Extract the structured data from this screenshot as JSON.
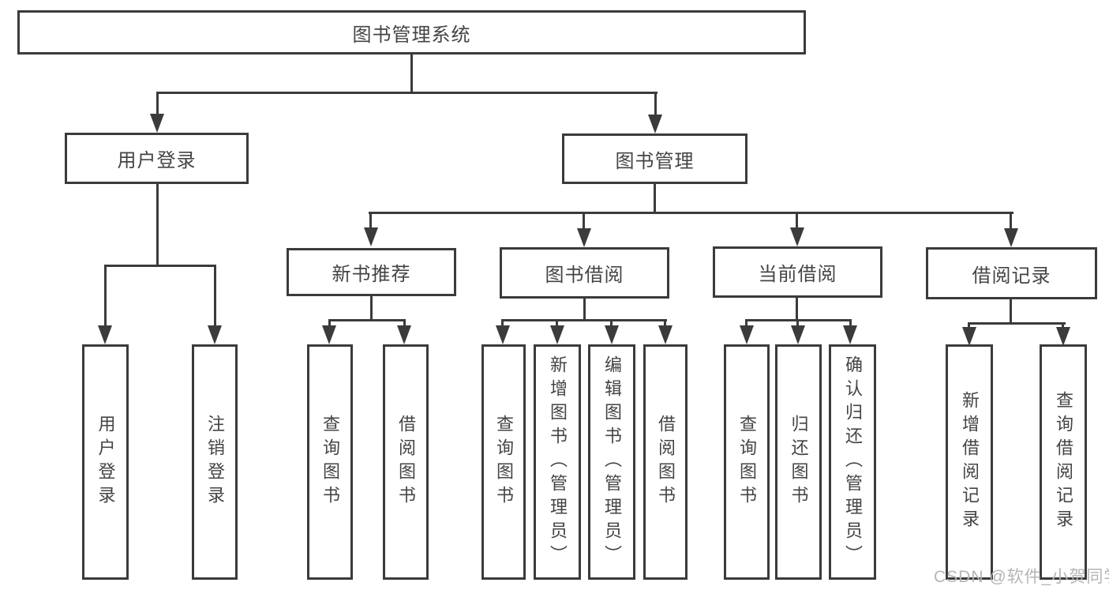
{
  "page": {
    "background": "#ffffff",
    "line_color": "#3b3b3b",
    "box_border_color": "#3b3b3b",
    "text_color": "#444444"
  },
  "watermark": {
    "text": "CSDN @软件_小贺同学",
    "color": "#b5b5b5"
  },
  "tree": {
    "root": {
      "label": "图书管理系统"
    },
    "level1": [
      {
        "label": "用户登录"
      },
      {
        "label": "图书管理"
      }
    ],
    "level2": [
      {
        "label": "新书推荐",
        "parent": "图书管理"
      },
      {
        "label": "图书借阅",
        "parent": "图书管理"
      },
      {
        "label": "当前借阅",
        "parent": "图书管理"
      },
      {
        "label": "借阅记录",
        "parent": "图书管理"
      }
    ],
    "leaves": [
      {
        "label": "用户登录",
        "parent": "用户登录"
      },
      {
        "label": "注销登录",
        "parent": "用户登录"
      },
      {
        "label": "查询图书",
        "parent": "新书推荐"
      },
      {
        "label": "借阅图书",
        "parent": "新书推荐"
      },
      {
        "label": "查询图书",
        "parent": "图书借阅"
      },
      {
        "label": "新增图书（管理员）",
        "parent": "图书借阅"
      },
      {
        "label": "编辑图书（管理员）",
        "parent": "图书借阅"
      },
      {
        "label": "借阅图书",
        "parent": "图书借阅"
      },
      {
        "label": "查询图书",
        "parent": "当前借阅"
      },
      {
        "label": "归还图书",
        "parent": "当前借阅"
      },
      {
        "label": "确认归还（管理员）",
        "parent": "当前借阅"
      },
      {
        "label": "新增借阅记录",
        "parent": "借阅记录"
      },
      {
        "label": "查询借阅记录",
        "parent": "借阅记录"
      }
    ]
  }
}
